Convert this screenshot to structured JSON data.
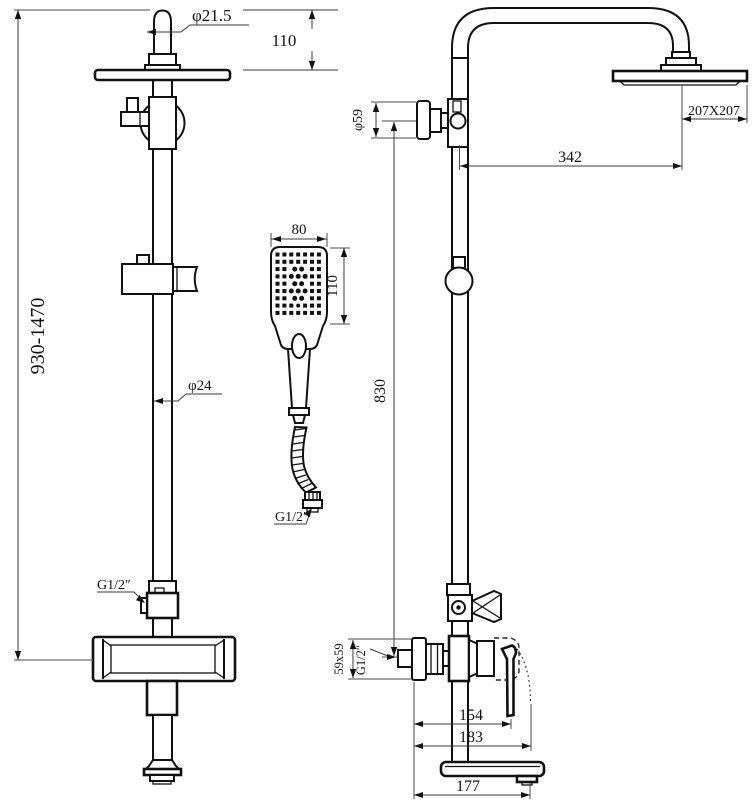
{
  "colors": {
    "line": "#111111",
    "dim": "#3a3a3a",
    "background": "#ffffff"
  },
  "front_view": {
    "dims": {
      "top_pipe_diameter": "φ21.5",
      "top_clearance": "110",
      "height_range": "930-1470",
      "pipe_diameter": "φ24",
      "shower_inlet_thread": "G1/2″"
    }
  },
  "hand_shower": {
    "dims": {
      "head_width": "80",
      "head_height": "110",
      "hose_thread": "G1/2″"
    }
  },
  "side_view": {
    "dims": {
      "wall_bracket_diameter": "φ59",
      "head_size": "207X207",
      "arm_reach": "342",
      "riser_height": "830",
      "valve_flange": "59x59",
      "supply_thread": "G1/2″",
      "handle_depth": "154",
      "lever_depth": "183",
      "spout_depth": "177"
    }
  }
}
